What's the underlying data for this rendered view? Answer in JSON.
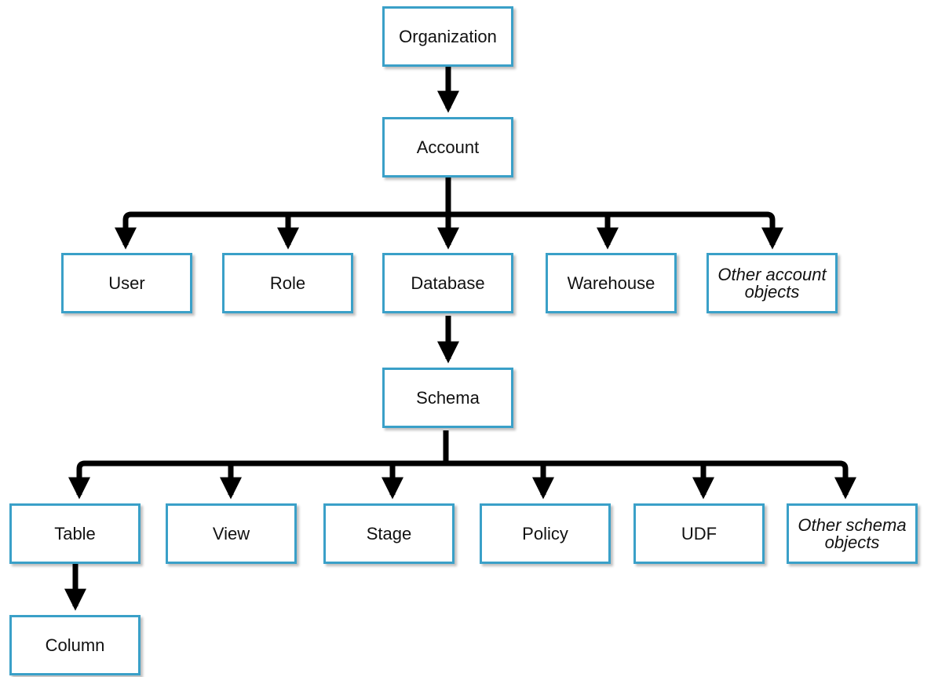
{
  "diagram": {
    "type": "hierarchy",
    "colors": {
      "box_border": "#3aa0c8",
      "connector": "#000000",
      "text": "#111111"
    },
    "nodes": {
      "organization": "Organization",
      "account": "Account",
      "user": "User",
      "role": "Role",
      "database": "Database",
      "warehouse": "Warehouse",
      "other_account_objects": "Other account objects",
      "schema": "Schema",
      "table": "Table",
      "view": "View",
      "stage": "Stage",
      "policy": "Policy",
      "udf": "UDF",
      "other_schema_objects": "Other schema objects",
      "column": "Column"
    },
    "edges": [
      [
        "organization",
        "account"
      ],
      [
        "account",
        "user"
      ],
      [
        "account",
        "role"
      ],
      [
        "account",
        "database"
      ],
      [
        "account",
        "warehouse"
      ],
      [
        "account",
        "other_account_objects"
      ],
      [
        "database",
        "schema"
      ],
      [
        "schema",
        "table"
      ],
      [
        "schema",
        "view"
      ],
      [
        "schema",
        "stage"
      ],
      [
        "schema",
        "policy"
      ],
      [
        "schema",
        "udf"
      ],
      [
        "schema",
        "other_schema_objects"
      ],
      [
        "table",
        "column"
      ]
    ]
  }
}
